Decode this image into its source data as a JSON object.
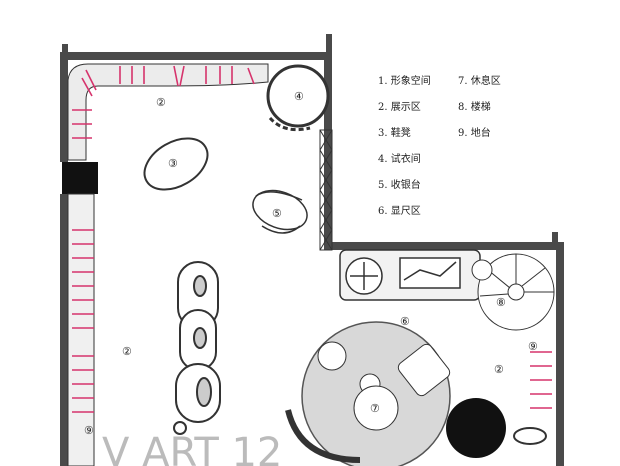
{
  "legend": [
    {
      "num": "1.",
      "label": "形象空间"
    },
    {
      "num": "2.",
      "label": "展示区"
    },
    {
      "num": "3.",
      "label": "鞋凳"
    },
    {
      "num": "4.",
      "label": "试衣间"
    },
    {
      "num": "5.",
      "label": "收银台"
    },
    {
      "num": "6.",
      "label": "显尺区"
    },
    {
      "num": "7.",
      "label": "休息区"
    },
    {
      "num": "8.",
      "label": "楼梯"
    },
    {
      "num": "9.",
      "label": "地台"
    }
  ],
  "markers": {
    "m2a": "②",
    "m2b": "②",
    "m2c": "②",
    "m3": "③",
    "m4": "④",
    "m5": "⑤",
    "m6": "⑥",
    "m7": "⑦",
    "m8": "⑧",
    "m9a": "⑨",
    "m9b": "⑨"
  },
  "watermark": "V  ART        12",
  "colors": {
    "wall": "#4a4a4a",
    "rack": "#d6336c",
    "table": "#d8d8d8",
    "dark": "#111111"
  }
}
